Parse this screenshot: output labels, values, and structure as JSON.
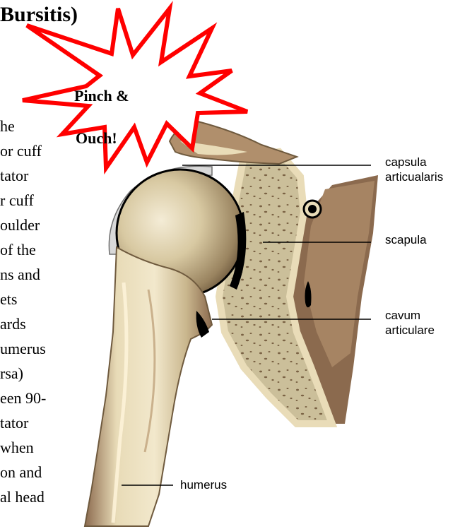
{
  "title": "Bursitis)",
  "body_lines": [
    "he",
    "or cuff",
    "tator",
    "r cuff",
    "oulder",
    "of the",
    "ns and",
    "ets",
    "ards",
    "umerus",
    "rsa)",
    "een 90-",
    "tator",
    "when",
    "on and",
    "al head"
  ],
  "burst": {
    "line1": "Pinch &",
    "line2": "Ouch!",
    "outline_color": "#ff0000"
  },
  "labels": {
    "capsula_1": "capsula",
    "capsula_2": "articualaris",
    "scapula": "scapula",
    "cavum_1": "cavum",
    "cavum_2": "articulare",
    "humerus": "humerus"
  },
  "colors": {
    "bone_dark": "#8b6a4e",
    "bone_light": "#e9dcb8",
    "cartilage": "#d9d9d9"
  }
}
